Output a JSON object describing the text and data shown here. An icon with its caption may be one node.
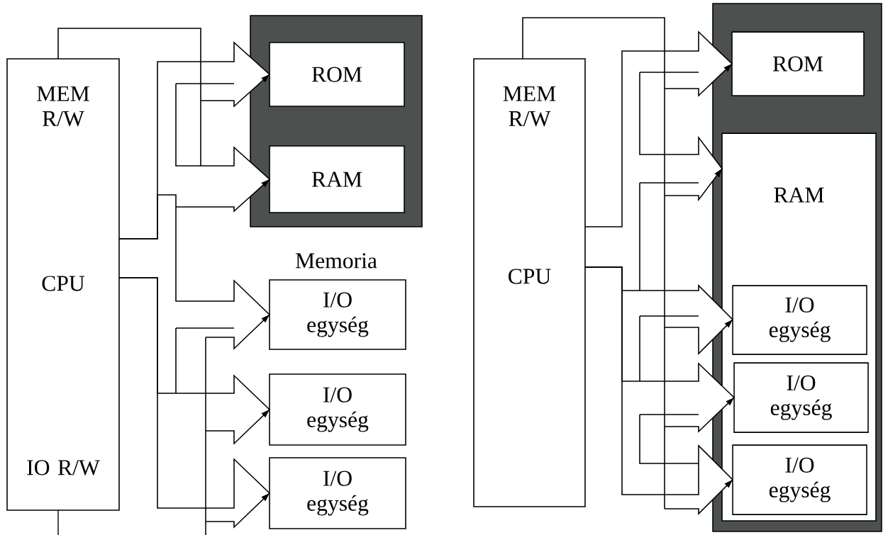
{
  "diagram": {
    "nodes": [
      {
        "text": [
          "MEM R/W",
          "CPU",
          "IO R/W"
        ]
      },
      {
        "text": [
          "Memoria"
        ]
      },
      {
        "text": [
          "ROM"
        ],
        "in": 1
      },
      {
        "text": [
          "RAM"
        ],
        "in": 1
      },
      {
        "text": [
          "I/O egység"
        ]
      },
      {
        "text": [
          "I/O egység"
        ]
      },
      {
        "text": [
          "I/O egység"
        ]
      },
      {
        "text": [
          "MEM R/W",
          "CPU"
        ]
      },
      {
        "text": [],
        "shape": "box"
      },
      {
        "text": [
          "ROM"
        ],
        "in": 8
      },
      {
        "text": [
          "RAM"
        ],
        "in": 8
      },
      {
        "text": [
          "I/O egység"
        ],
        "in": 10
      },
      {
        "text": [
          "I/O egység"
        ],
        "in": 10
      },
      {
        "text": [
          "I/O egység"
        ],
        "in": 10
      }
    ],
    "edges": [
      {
        "from": 0,
        "to": 2,
        "arrow": "to"
      },
      {
        "from": 0,
        "to": 3,
        "arrow": "to"
      },
      {
        "from": 0,
        "to": 4,
        "arrow": "to"
      },
      {
        "from": 0,
        "to": 5,
        "arrow": "to"
      },
      {
        "from": 0,
        "to": 6,
        "arrow": "to"
      },
      {
        "from": 7,
        "to": 9,
        "arrow": "to"
      },
      {
        "from": 7,
        "to": 10,
        "arrow": "to"
      },
      {
        "from": 7,
        "to": 11,
        "arrow": "to"
      },
      {
        "from": 7,
        "to": 12,
        "arrow": "to"
      },
      {
        "from": 7,
        "to": 13,
        "arrow": "to"
      }
    ]
  }
}
